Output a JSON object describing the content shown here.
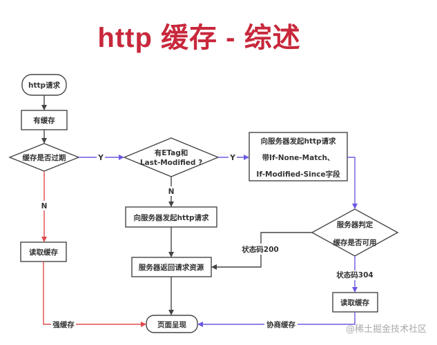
{
  "title": "http 缓存 - 综述",
  "colors": {
    "title": "#c8283c",
    "stroke": "#444444",
    "strong_cache": "#e04a4a",
    "negotiate_cache": "#6a5ae0",
    "watermark": "#a9a9a9"
  },
  "nodes": {
    "start": "http请求",
    "has_cache": "有缓存",
    "expired": "缓存是否过期",
    "etag_check_1": "有ETag和",
    "etag_check_2": "Last-Modified ?",
    "send_request_plain": "向服务器发起http请求",
    "send_cond_1": "向服务器发起http请求",
    "send_cond_2": "带If-None-Match、",
    "send_cond_3": "If-Modified-Since字段",
    "server_judge_1": "服务器判定",
    "server_judge_2": "缓存是否可用",
    "read_cache_strong": "读取缓存",
    "server_return": "服务器返回请求资源",
    "read_cache_negotiate": "读取缓存",
    "render": "页面呈现"
  },
  "edges": {
    "expired_yes": "Y",
    "expired_no": "N",
    "etag_yes": "Y",
    "etag_no": "N",
    "status_200": "状态码200",
    "status_304": "状态码304",
    "strong_cache": "强缓存",
    "negotiate_cache": "协商缓存"
  },
  "watermark": "@稀土掘金技术社区"
}
